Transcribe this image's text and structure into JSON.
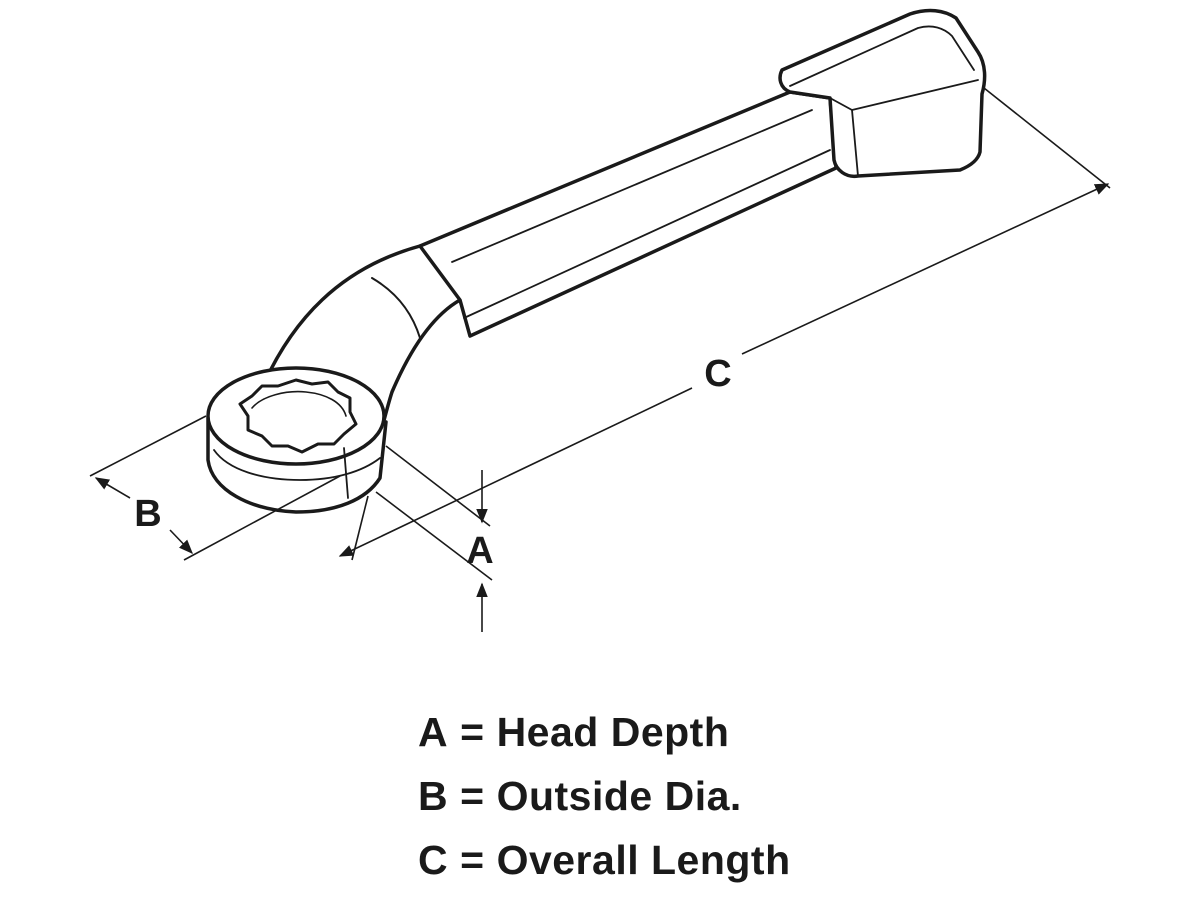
{
  "dimensions": {
    "a_marker": "A",
    "b_marker": "B",
    "c_marker": "C"
  },
  "legend": [
    {
      "letter": "A",
      "equals": "=",
      "meaning": "Head Depth"
    },
    {
      "letter": "B",
      "equals": "=",
      "meaning": "Outside Dia."
    },
    {
      "letter": "C",
      "equals": "=",
      "meaning": "Overall Length"
    }
  ],
  "colors": {
    "line": "#1a1a1a",
    "fill": "#ffffff",
    "background": "#ffffff"
  }
}
